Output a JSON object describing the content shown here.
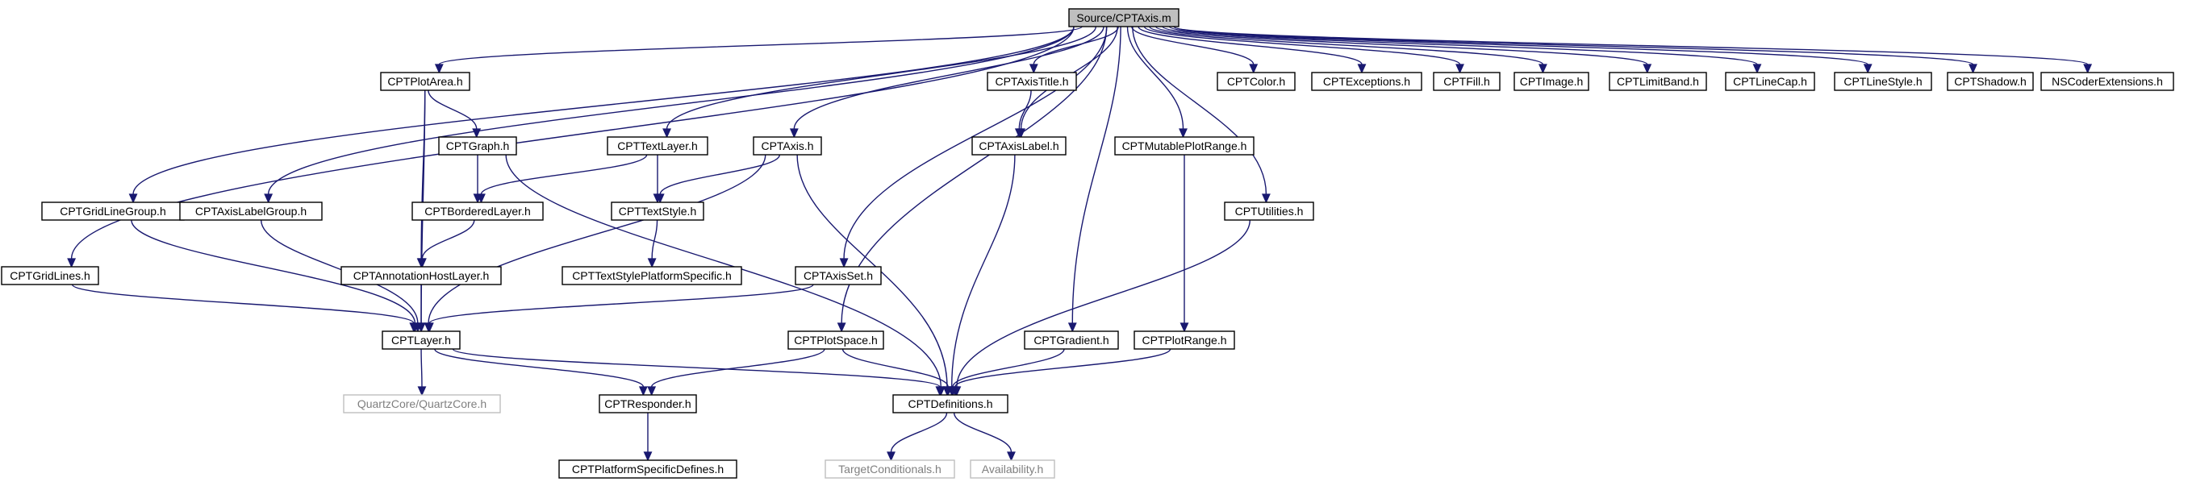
{
  "graph": {
    "colors": {
      "edge": "#191970",
      "node_border": "#000000",
      "root_fill": "#bfbfbf",
      "node_fill": "#ffffff",
      "external_border": "#bfbfbf",
      "external_text": "#7f7f7f",
      "text": "#000000"
    },
    "nodes": [
      {
        "id": "root",
        "label": "Source/CPTAxis.m",
        "kind": "root"
      },
      {
        "id": "plotarea",
        "label": "CPTPlotArea.h",
        "kind": "normal"
      },
      {
        "id": "textlayer",
        "label": "CPTTextLayer.h",
        "kind": "normal"
      },
      {
        "id": "axis",
        "label": "CPTAxis.h",
        "kind": "normal"
      },
      {
        "id": "axistitle",
        "label": "CPTAxisTitle.h",
        "kind": "normal"
      },
      {
        "id": "color",
        "label": "CPTColor.h",
        "kind": "normal"
      },
      {
        "id": "exceptions",
        "label": "CPTExceptions.h",
        "kind": "normal"
      },
      {
        "id": "fill",
        "label": "CPTFill.h",
        "kind": "normal"
      },
      {
        "id": "image",
        "label": "CPTImage.h",
        "kind": "normal"
      },
      {
        "id": "limitband",
        "label": "CPTLimitBand.h",
        "kind": "normal"
      },
      {
        "id": "linecap",
        "label": "CPTLineCap.h",
        "kind": "normal"
      },
      {
        "id": "linestyle",
        "label": "CPTLineStyle.h",
        "kind": "normal"
      },
      {
        "id": "shadow",
        "label": "CPTShadow.h",
        "kind": "normal"
      },
      {
        "id": "nscoder",
        "label": "NSCoderExtensions.h",
        "kind": "normal"
      },
      {
        "id": "graph",
        "label": "CPTGraph.h",
        "kind": "normal"
      },
      {
        "id": "axislabel",
        "label": "CPTAxisLabel.h",
        "kind": "normal"
      },
      {
        "id": "mutableplotrange",
        "label": "CPTMutablePlotRange.h",
        "kind": "normal"
      },
      {
        "id": "gridlinegroup",
        "label": "CPTGridLineGroup.h",
        "kind": "normal"
      },
      {
        "id": "axislabelgroup",
        "label": "CPTAxisLabelGroup.h",
        "kind": "normal"
      },
      {
        "id": "borderedlayer",
        "label": "CPTBorderedLayer.h",
        "kind": "normal"
      },
      {
        "id": "textstyle",
        "label": "CPTTextStyle.h",
        "kind": "normal"
      },
      {
        "id": "utilities",
        "label": "CPTUtilities.h",
        "kind": "normal"
      },
      {
        "id": "gridlines",
        "label": "CPTGridLines.h",
        "kind": "normal"
      },
      {
        "id": "annotationhost",
        "label": "CPTAnnotationHostLayer.h",
        "kind": "normal"
      },
      {
        "id": "textstyleplatform",
        "label": "CPTTextStylePlatformSpecific.h",
        "kind": "normal"
      },
      {
        "id": "axisset",
        "label": "CPTAxisSet.h",
        "kind": "normal"
      },
      {
        "id": "layer",
        "label": "CPTLayer.h",
        "kind": "normal"
      },
      {
        "id": "plotspace",
        "label": "CPTPlotSpace.h",
        "kind": "normal"
      },
      {
        "id": "gradient",
        "label": "CPTGradient.h",
        "kind": "normal"
      },
      {
        "id": "plotrange",
        "label": "CPTPlotRange.h",
        "kind": "normal"
      },
      {
        "id": "quartzcore",
        "label": "QuartzCore/QuartzCore.h",
        "kind": "external"
      },
      {
        "id": "responder",
        "label": "CPTResponder.h",
        "kind": "normal"
      },
      {
        "id": "definitions",
        "label": "CPTDefinitions.h",
        "kind": "normal"
      },
      {
        "id": "platformdefines",
        "label": "CPTPlatformSpecificDefines.h",
        "kind": "normal"
      },
      {
        "id": "targetconditionals",
        "label": "TargetConditionals.h",
        "kind": "external"
      },
      {
        "id": "availability",
        "label": "Availability.h",
        "kind": "external"
      }
    ],
    "edges": [
      [
        "root",
        "plotarea"
      ],
      [
        "root",
        "textlayer"
      ],
      [
        "root",
        "axis"
      ],
      [
        "root",
        "axistitle"
      ],
      [
        "root",
        "color"
      ],
      [
        "root",
        "exceptions"
      ],
      [
        "root",
        "fill"
      ],
      [
        "root",
        "image"
      ],
      [
        "root",
        "limitband"
      ],
      [
        "root",
        "linecap"
      ],
      [
        "root",
        "linestyle"
      ],
      [
        "root",
        "shadow"
      ],
      [
        "root",
        "nscoder"
      ],
      [
        "root",
        "axislabel"
      ],
      [
        "root",
        "mutableplotrange"
      ],
      [
        "root",
        "gridlinegroup"
      ],
      [
        "root",
        "axislabelgroup"
      ],
      [
        "root",
        "utilities"
      ],
      [
        "root",
        "gridlines"
      ],
      [
        "root",
        "axisset"
      ],
      [
        "root",
        "plotspace"
      ],
      [
        "root",
        "gradient"
      ],
      [
        "plotarea",
        "graph"
      ],
      [
        "plotarea",
        "annotationhost"
      ],
      [
        "plotarea",
        "layer"
      ],
      [
        "graph",
        "borderedlayer"
      ],
      [
        "graph",
        "definitions"
      ],
      [
        "textlayer",
        "textstyle"
      ],
      [
        "textlayer",
        "borderedlayer"
      ],
      [
        "axis",
        "textstyle"
      ],
      [
        "axis",
        "layer"
      ],
      [
        "axis",
        "definitions"
      ],
      [
        "axistitle",
        "axislabel"
      ],
      [
        "axislabel",
        "definitions"
      ],
      [
        "mutableplotrange",
        "plotrange"
      ],
      [
        "plotrange",
        "definitions"
      ],
      [
        "gridlinegroup",
        "layer"
      ],
      [
        "axislabelgroup",
        "layer"
      ],
      [
        "borderedlayer",
        "annotationhost"
      ],
      [
        "annotationhost",
        "layer"
      ],
      [
        "textstyle",
        "textstyleplatform"
      ],
      [
        "utilities",
        "definitions"
      ],
      [
        "gridlines",
        "layer"
      ],
      [
        "axisset",
        "layer"
      ],
      [
        "layer",
        "quartzcore"
      ],
      [
        "layer",
        "responder"
      ],
      [
        "layer",
        "definitions"
      ],
      [
        "plotspace",
        "responder"
      ],
      [
        "plotspace",
        "definitions"
      ],
      [
        "gradient",
        "definitions"
      ],
      [
        "responder",
        "platformdefines"
      ],
      [
        "definitions",
        "targetconditionals"
      ],
      [
        "definitions",
        "availability"
      ]
    ]
  }
}
